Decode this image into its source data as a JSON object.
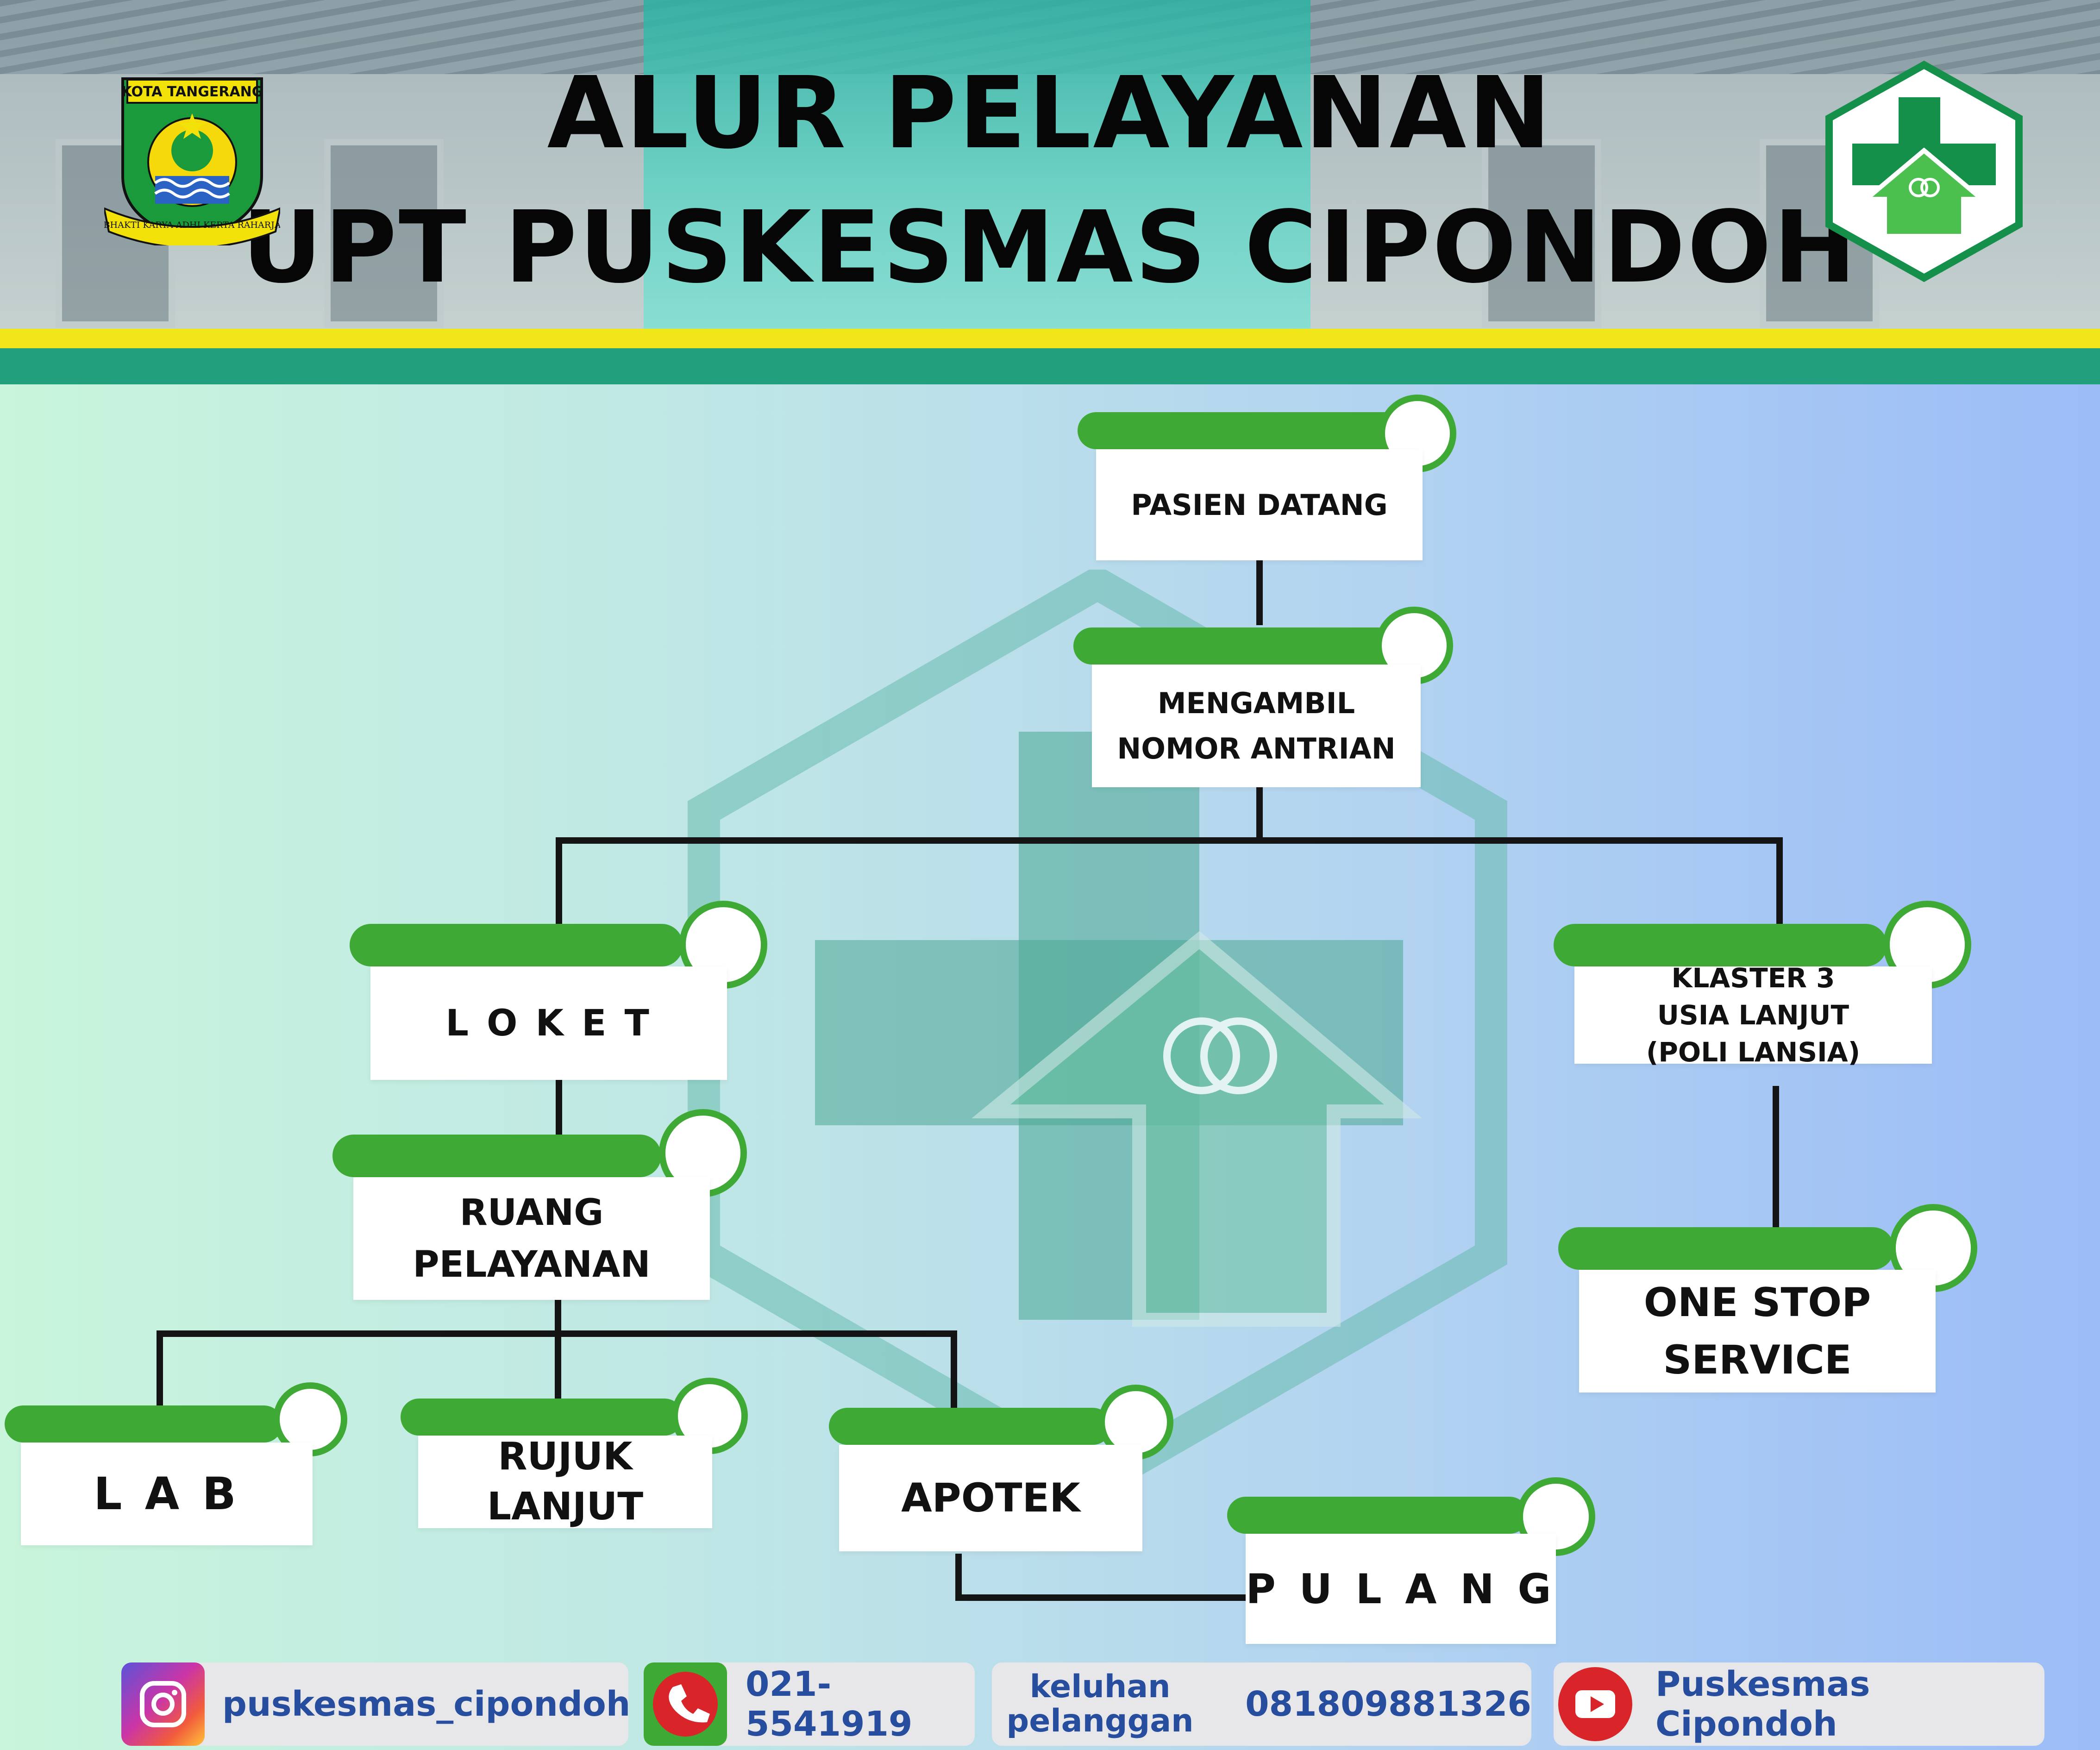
{
  "header": {
    "title_line1": "ALUR PELAYANAN",
    "title_line2": "UPT PUSKESMAS CIPONDOH",
    "left_logo_text_top": "KOTA TANGERANG",
    "left_logo_text_bottom": "BHAKTI KARYA ADHI KERTA RAHARJA"
  },
  "flow": {
    "pasien_datang": "PASIEN DATANG",
    "mengambil_line1": "MENGAMBIL",
    "mengambil_line2": "NOMOR ANTRIAN",
    "loket": "L O K E T",
    "klaster_line1": "KLASTER 3",
    "klaster_line2": "USIA LANJUT",
    "klaster_line3": "(POLI LANSIA)",
    "ruang_line1": "RUANG",
    "ruang_line2": "PELAYANAN",
    "one_stop_line1": "ONE STOP",
    "one_stop_line2": "SERVICE",
    "lab": "L A B",
    "rujuk_line1": "RUJUK",
    "rujuk_line2": "LANJUT",
    "apotek": "APOTEK",
    "pulang": "P U L A N G"
  },
  "footer": {
    "instagram": "puskesmas_cipondoh",
    "phone": "021-5541919",
    "keluhan_line1": "keluhan",
    "keluhan_line2": "pelanggan",
    "keluhan_number": "081809881326",
    "youtube": "Puskesmas Cipondoh"
  },
  "colors": {
    "green": "#3fa935",
    "teal": "#22a07e",
    "yellow": "#f0e61a",
    "footer_text": "#274e9e"
  }
}
